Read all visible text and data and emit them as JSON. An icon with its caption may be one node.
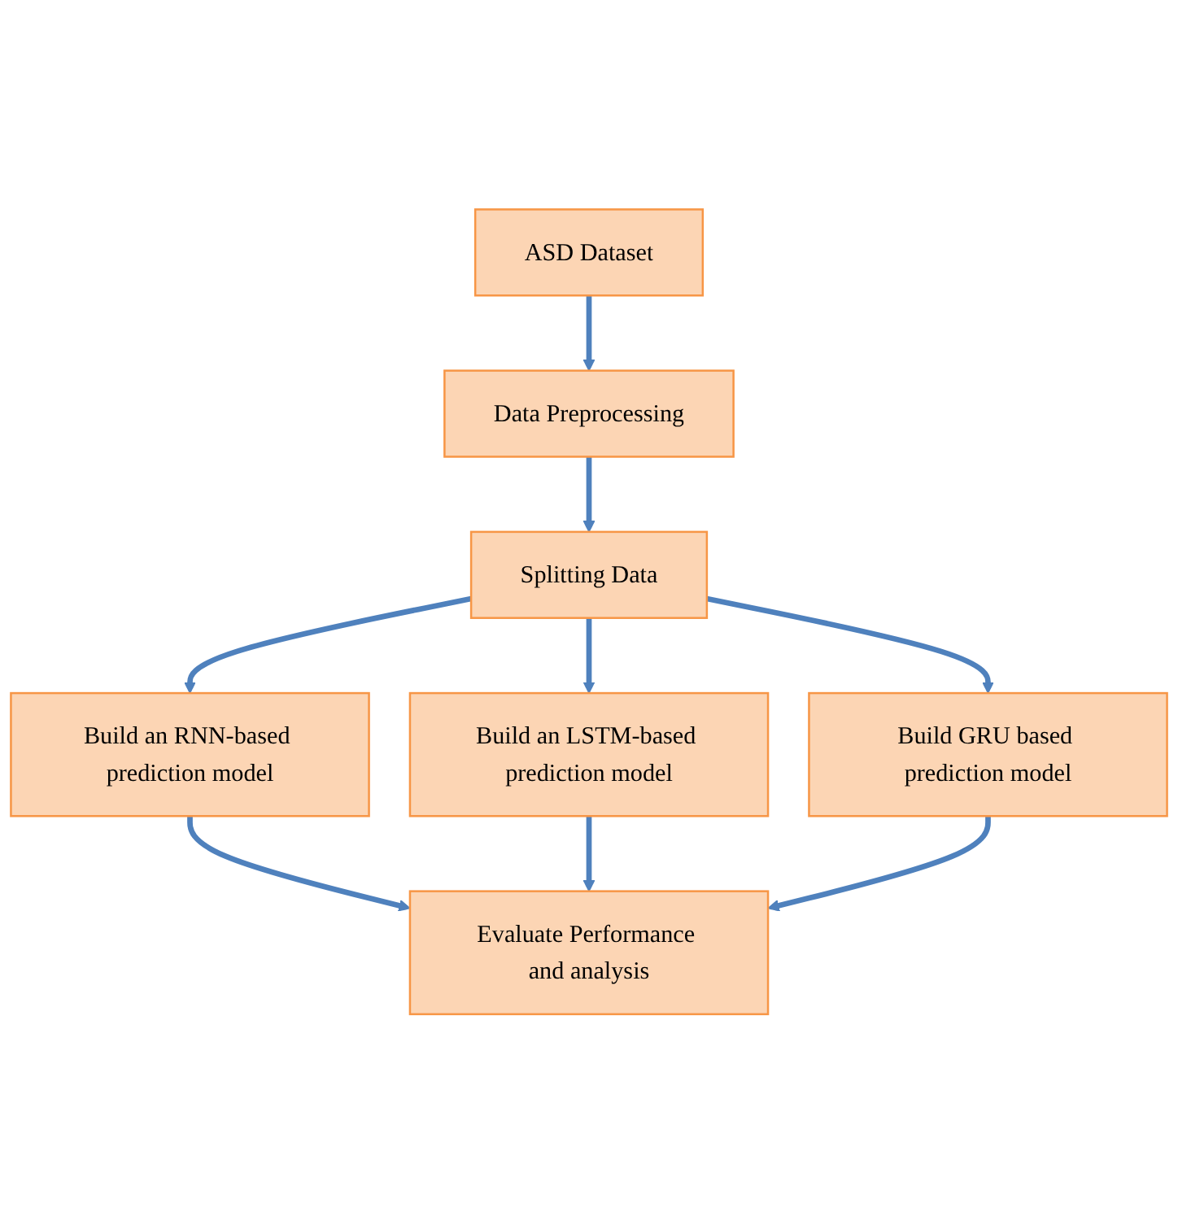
{
  "diagram": {
    "nodes": [
      {
        "text": [
          "ASD Dataset"
        ]
      },
      {
        "text": [
          "Data Preprocessing"
        ]
      },
      {
        "text": [
          "Splitting Data"
        ]
      },
      {
        "text": [
          "Build an RNN-based prediction model"
        ]
      },
      {
        "text": [
          "Build an LSTM-based prediction model"
        ]
      },
      {
        "text": [
          "Build GRU based prediction model"
        ]
      },
      {
        "text": [
          "Evaluate Performance and analysis"
        ]
      }
    ],
    "edges": [
      {
        "from": 0,
        "to": 1,
        "arrow": "to"
      },
      {
        "from": 1,
        "to": 2,
        "arrow": "to"
      },
      {
        "from": 2,
        "to": 3,
        "arrow": "to"
      },
      {
        "from": 2,
        "to": 4,
        "arrow": "to"
      },
      {
        "from": 2,
        "to": 5,
        "arrow": "to"
      },
      {
        "from": 3,
        "to": 6,
        "arrow": "to"
      },
      {
        "from": 4,
        "to": 6,
        "arrow": "to"
      },
      {
        "from": 5,
        "to": 6,
        "arrow": "to"
      }
    ]
  }
}
